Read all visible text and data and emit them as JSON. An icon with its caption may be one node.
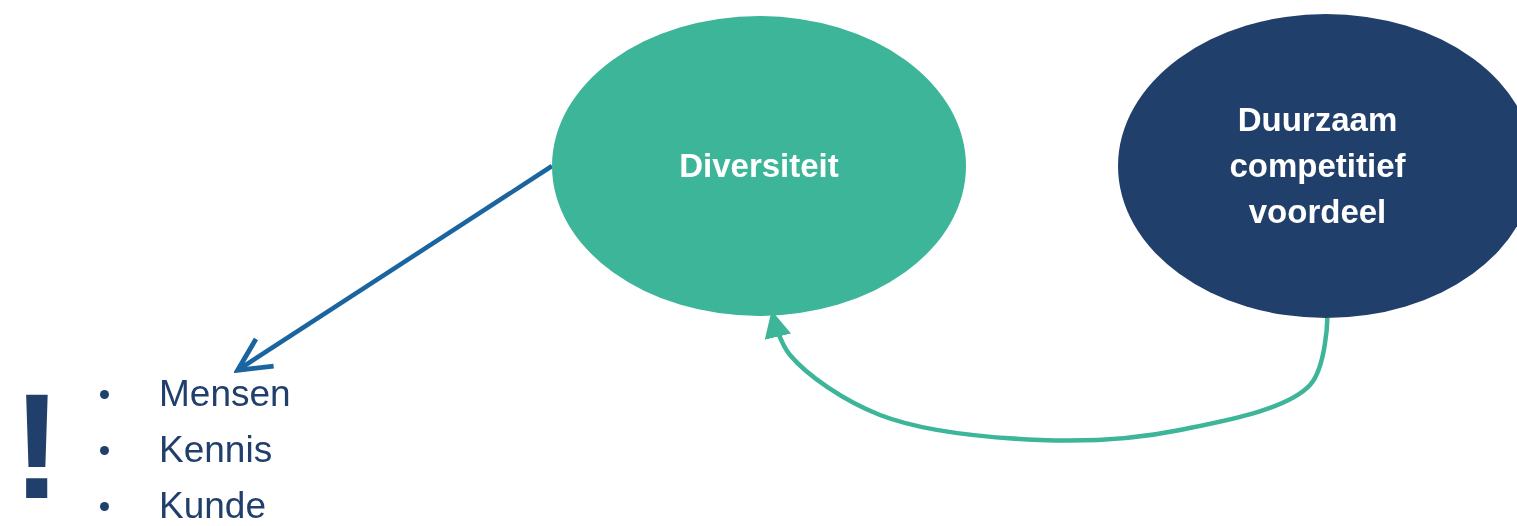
{
  "diagram": {
    "nodes": [
      {
        "text": [
          "Diversiteit"
        ]
      },
      {
        "text": [
          "Duurzaam competitief voordeel"
        ]
      },
      {
        "text": [
          "Mensen",
          "Kennis",
          "Kunde"
        ],
        "beside": [
          "!"
        ]
      }
    ],
    "edges": [
      {
        "from": 0,
        "to": 2,
        "arrow": "to",
        "color": "#1a64a0"
      },
      {
        "from": 1,
        "to": 0,
        "arrow": "to",
        "color": "#3db598"
      }
    ]
  }
}
